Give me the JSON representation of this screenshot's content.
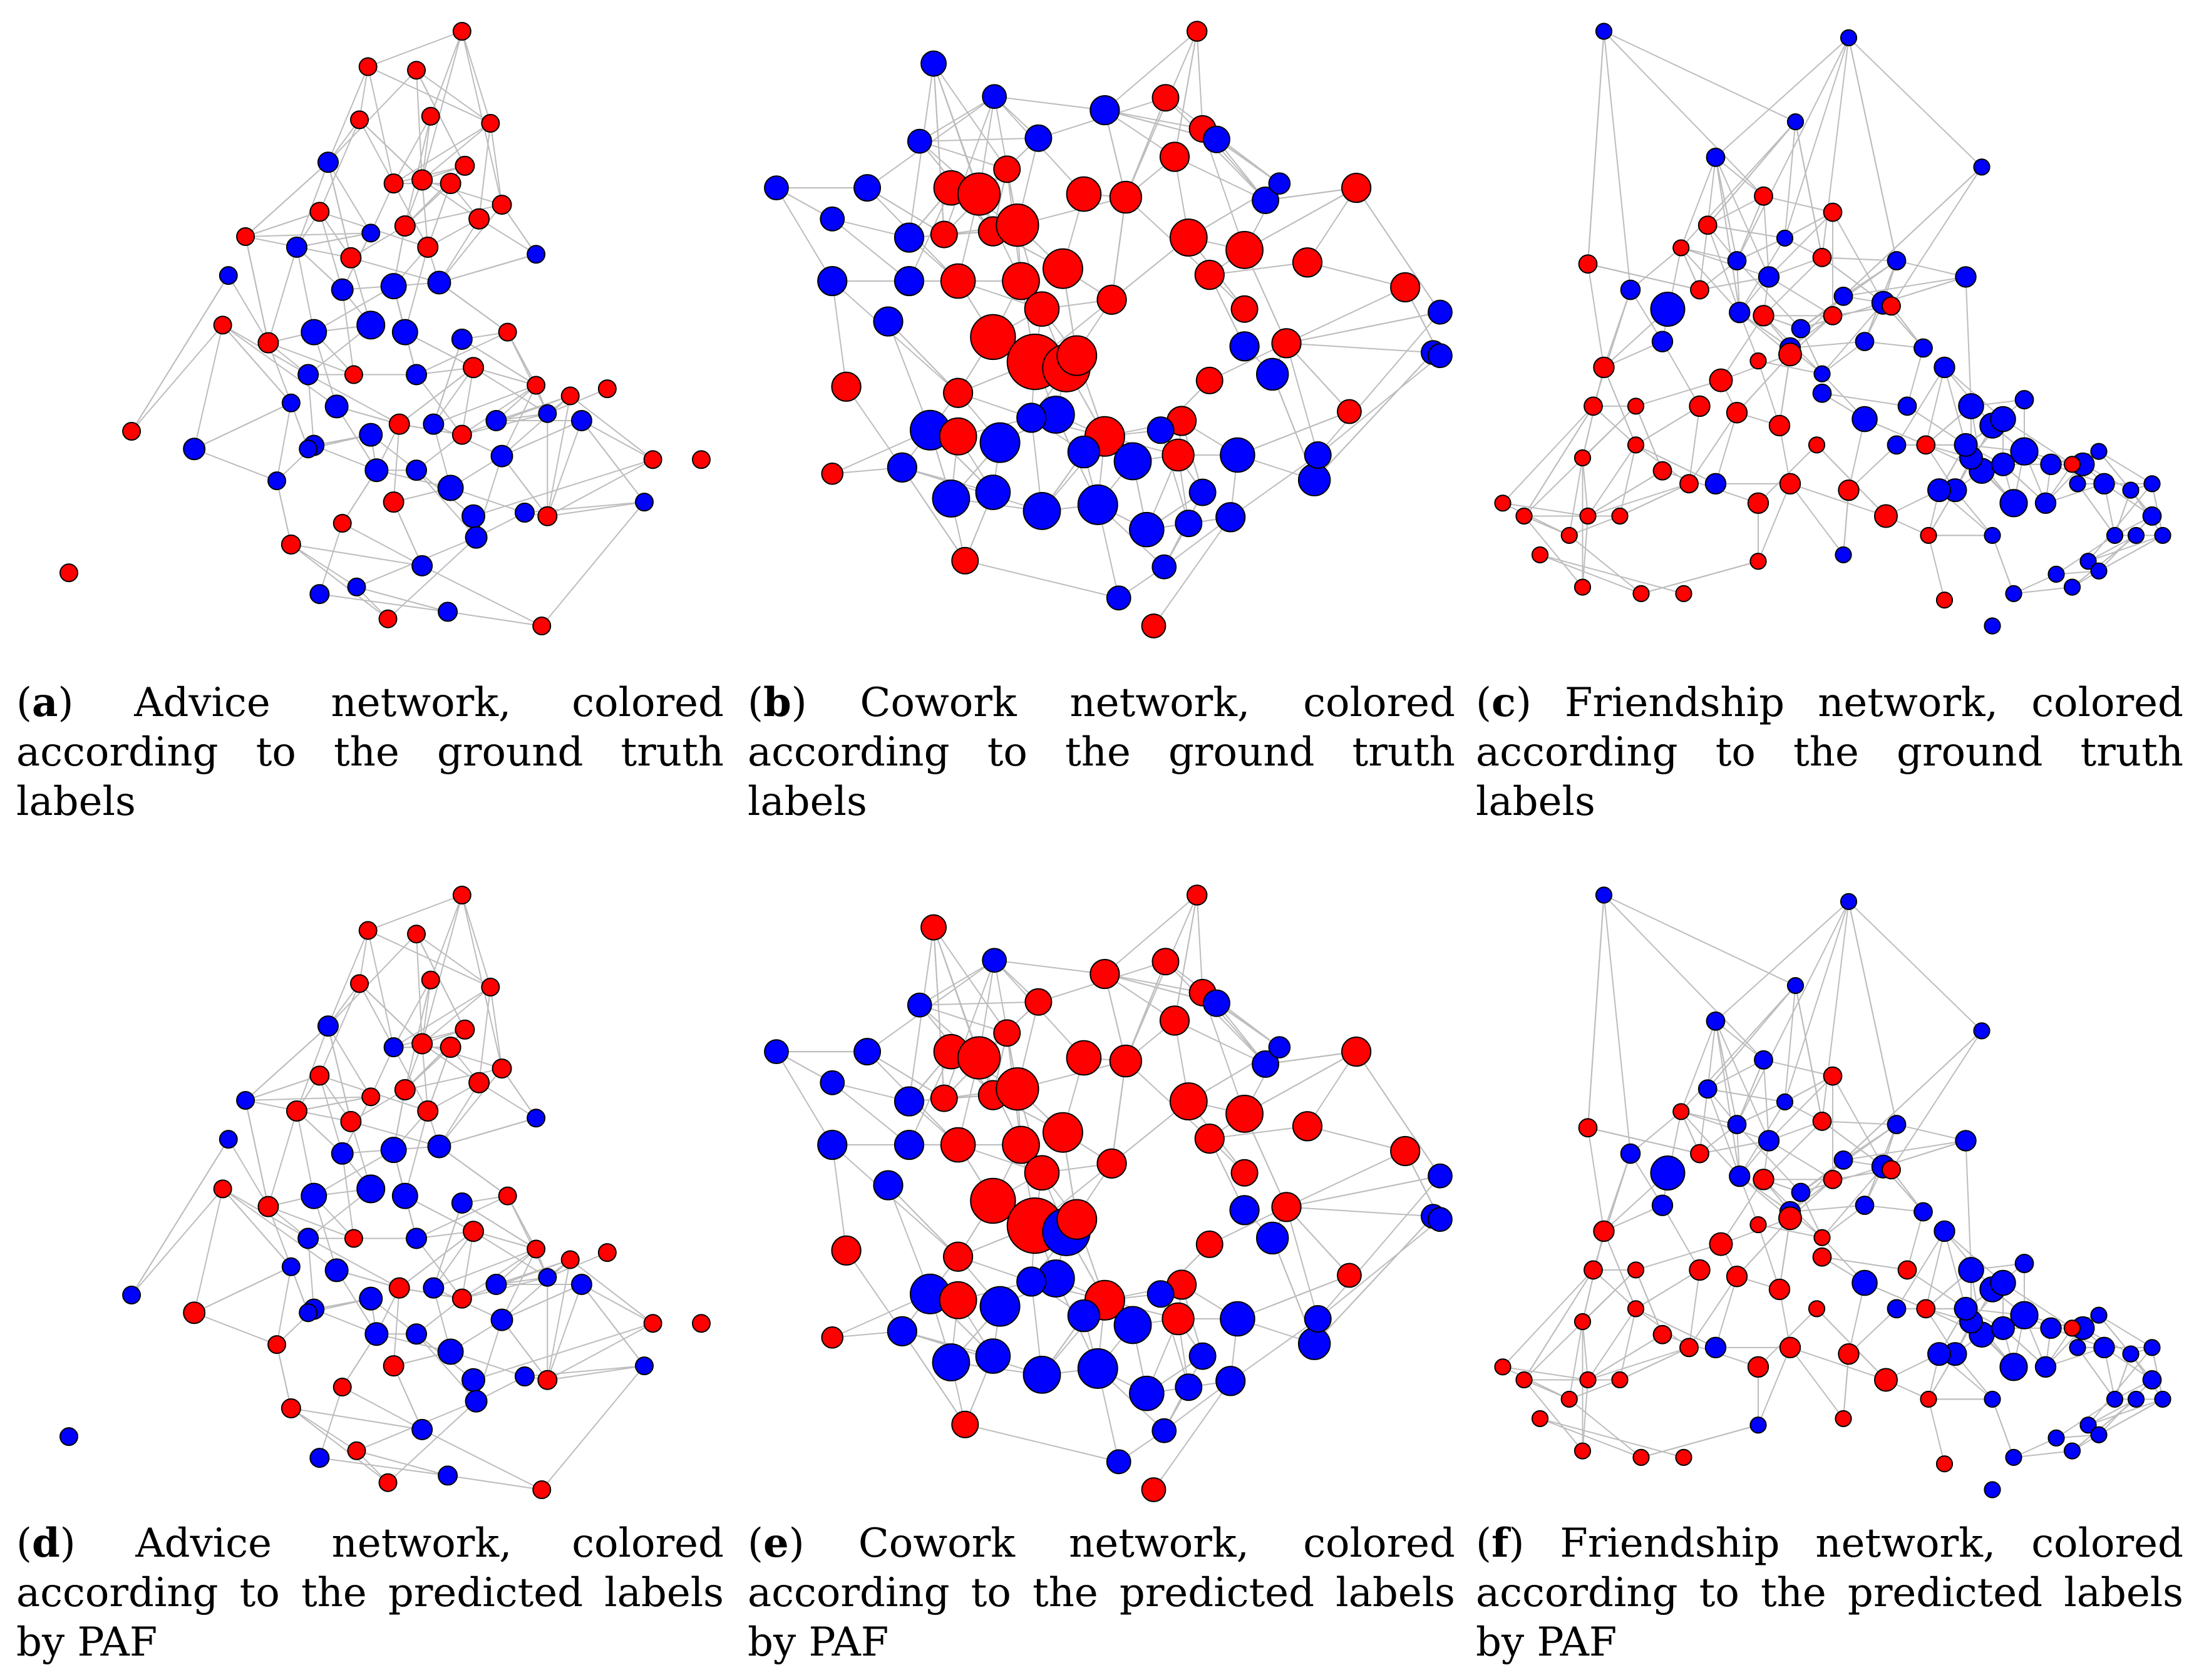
{
  "colors": {
    "red_group": "#ff0000",
    "blue_group": "#0000ff",
    "edge": "#bdbdbd",
    "node_border": "#000000"
  },
  "panels": [
    {
      "id": "a",
      "tag": "a",
      "caption": "Advice network, colored according to the ground truth labels",
      "network": "Advice",
      "coloring": "ground truth labels"
    },
    {
      "id": "b",
      "tag": "b",
      "caption": "Cowork network, colored according to the ground truth labels",
      "network": "Cowork",
      "coloring": "ground truth labels"
    },
    {
      "id": "c",
      "tag": "c",
      "caption": "Friendship network, colored according to the ground truth labels",
      "network": "Friendship",
      "coloring": "ground truth labels"
    },
    {
      "id": "d",
      "tag": "d",
      "caption": "Advice network, colored according to the predicted labels by PAF",
      "network": "Advice",
      "coloring": "predicted labels by PAF"
    },
    {
      "id": "e",
      "tag": "e",
      "caption": "Cowork network, colored according to the predicted labels by PAF",
      "network": "Cowork",
      "coloring": "predicted labels by PAF"
    },
    {
      "id": "f",
      "tag": "f",
      "caption": "Friendship network, colored according to the predicted labels by PAF",
      "network": "Friendship",
      "coloring": "predicted labels by PAF"
    }
  ]
}
